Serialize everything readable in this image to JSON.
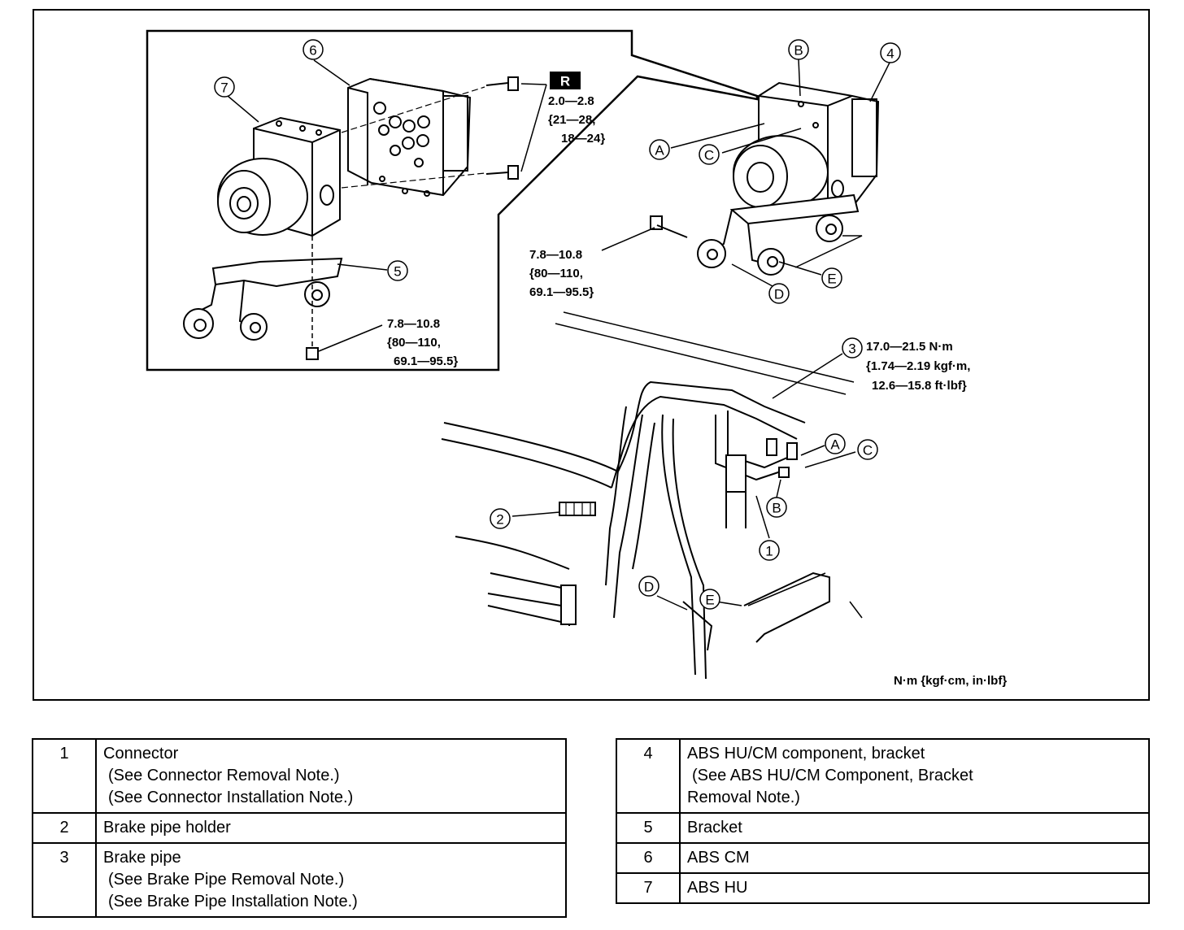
{
  "diagram": {
    "callouts_numbered": [
      "1",
      "2",
      "3",
      "4",
      "5",
      "6",
      "7"
    ],
    "callouts_letters": [
      "A",
      "B",
      "C",
      "D",
      "E"
    ],
    "r_badge": "R",
    "torque_cm_bolt": [
      "2.0—2.8",
      "{21—28,",
      "18—24}"
    ],
    "torque_bracket_left": [
      "7.8—10.8",
      "{80—110,",
      "69.1—95.5}"
    ],
    "torque_bracket_right": [
      "7.8—10.8",
      "{80—110,",
      "69.1—95.5}"
    ],
    "torque_pipe": [
      "17.0—21.5 N·m",
      "{1.74—2.19 kgf·m,",
      "12.6—15.8 ft·lbf}"
    ],
    "units_note": "N·m {kgf·cm, in·lbf}"
  },
  "legend_left": [
    {
      "num": "1",
      "name": "Connector",
      "notes": [
        "(See Connector Removal Note.)",
        "(See Connector Installation Note.)"
      ]
    },
    {
      "num": "2",
      "name": "Brake pipe holder",
      "notes": []
    },
    {
      "num": "3",
      "name": "Brake pipe",
      "notes": [
        "(See Brake Pipe Removal Note.)",
        "(See Brake Pipe Installation Note.)"
      ]
    }
  ],
  "legend_right": [
    {
      "num": "4",
      "name": "ABS HU/CM component, bracket",
      "notes": [
        "(See ABS HU/CM Component, Bracket",
        "Removal Note.)"
      ]
    },
    {
      "num": "5",
      "name": "Bracket",
      "notes": []
    },
    {
      "num": "6",
      "name": "ABS CM",
      "notes": []
    },
    {
      "num": "7",
      "name": "ABS HU",
      "notes": []
    }
  ]
}
